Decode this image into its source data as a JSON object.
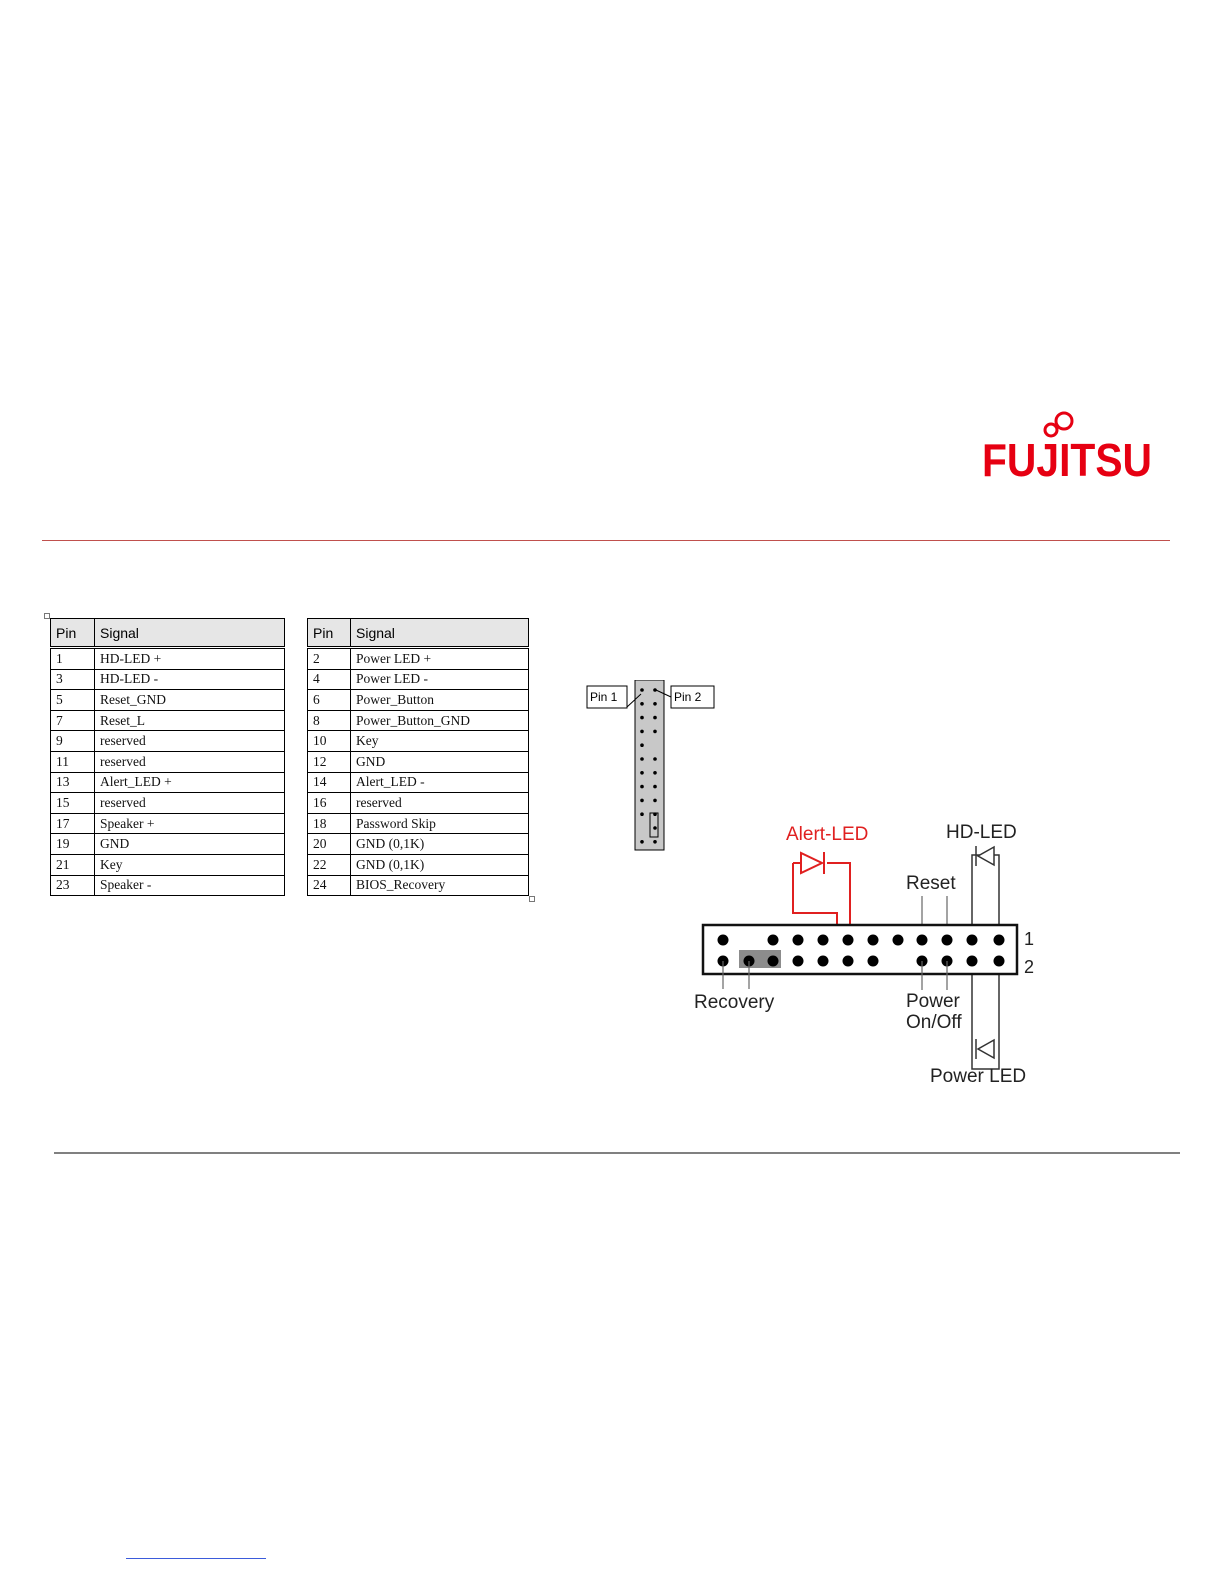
{
  "logo": {
    "text": "FUJITSU",
    "color": "#e60012"
  },
  "colors": {
    "accent_red": "#c0504d",
    "alert_red": "#e02020",
    "rule_gray": "#808080",
    "header_gray": "#e6e6e6"
  },
  "tables": [
    {
      "headers": [
        "Pin",
        "Signal"
      ],
      "rows": [
        [
          "1",
          "HD-LED +"
        ],
        [
          "3",
          "HD-LED -"
        ],
        [
          "5",
          "Reset_GND"
        ],
        [
          "7",
          "Reset_L"
        ],
        [
          "9",
          "reserved"
        ],
        [
          "11",
          "reserved"
        ],
        [
          "13",
          "Alert_LED +"
        ],
        [
          "15",
          "reserved"
        ],
        [
          "17",
          "Speaker +"
        ],
        [
          "19",
          "GND"
        ],
        [
          "21",
          "Key"
        ],
        [
          "23",
          "Speaker -"
        ]
      ]
    },
    {
      "headers": [
        "Pin",
        "Signal"
      ],
      "rows": [
        [
          "2",
          "Power LED +"
        ],
        [
          "4",
          "Power LED -"
        ],
        [
          "6",
          "Power_Button"
        ],
        [
          "8",
          "Power_Button_GND"
        ],
        [
          "10",
          "Key"
        ],
        [
          "12",
          "GND"
        ],
        [
          "14",
          "Alert_LED -"
        ],
        [
          "16",
          "reserved"
        ],
        [
          "18",
          "Password Skip"
        ],
        [
          "20",
          "GND (0,1K)"
        ],
        [
          "22",
          "GND (0,1K)"
        ],
        [
          "24",
          "BIOS_Recovery"
        ]
      ]
    }
  ],
  "connector_thumb": {
    "pin1_label": "Pin 1",
    "pin2_label": "Pin 2"
  },
  "diagram": {
    "alert_led": "Alert-LED",
    "hd_led": "HD-LED",
    "reset": "Reset",
    "row1": "1",
    "row2": "2",
    "recovery": "Recovery",
    "power_line1": "Power",
    "power_line2": "On/Off",
    "power_led": "Power LED"
  }
}
